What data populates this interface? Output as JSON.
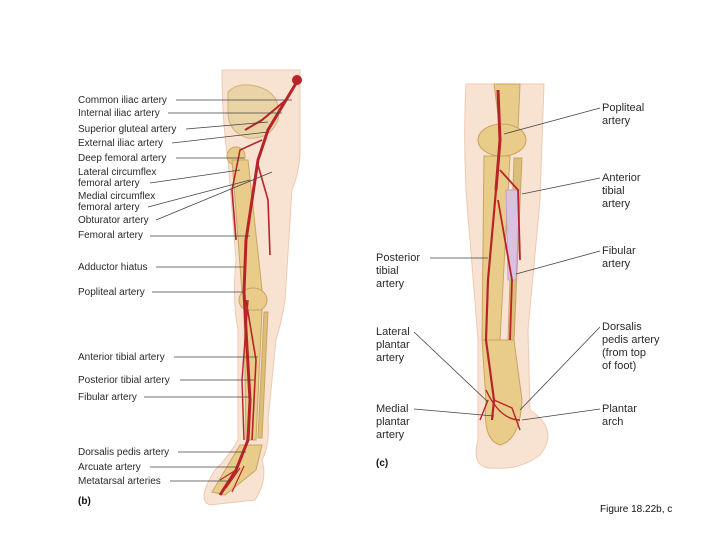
{
  "figure_caption": "Figure 18.22b, c",
  "colors": {
    "artery": "#b8232a",
    "bone": "#e9cc8a",
    "skin": "#f7dcc8",
    "leader": "#444444"
  },
  "panel_b": {
    "letter": "(b)",
    "labels": [
      "Common iliac artery",
      "Internal iliac artery",
      "Superior gluteal artery",
      "External iliac artery",
      "Deep femoral artery",
      "Lateral circumflex",
      "femoral artery",
      "Medial circumflex",
      "femoral artery",
      "Obturator artery",
      "Femoral artery",
      "Adductor hiatus",
      "Popliteal artery",
      "Anterior tibial artery",
      "Posterior tibial artery",
      "Fibular artery",
      "Dorsalis pedis artery",
      "Arcuate artery",
      "Metatarsal arteries"
    ]
  },
  "panel_c": {
    "letter": "(c)",
    "labels": [
      "Popliteal",
      "artery",
      "Anterior",
      "tibial",
      "artery",
      "Fibular",
      "artery",
      "Dorsalis",
      "pedis artery",
      "(from top",
      "of foot)",
      "Plantar",
      "arch",
      "Posterior",
      "tibial",
      "artery",
      "Lateral",
      "plantar",
      "artery",
      "Medial",
      "plantar",
      "artery"
    ]
  }
}
